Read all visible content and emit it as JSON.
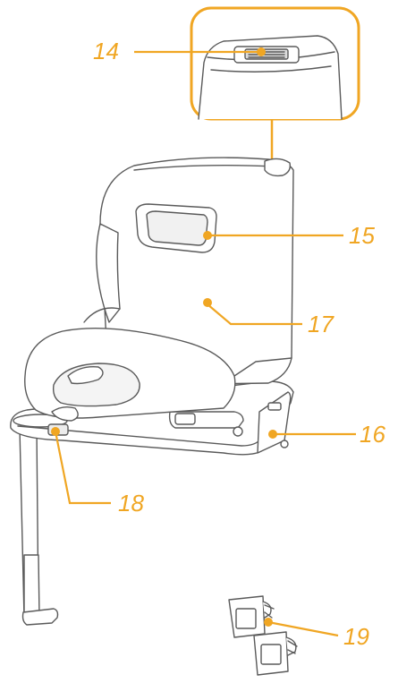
{
  "colors": {
    "accent": "#f0a623",
    "line": "#5a5a5a",
    "fill": "#ffffff",
    "shade": "#f2f2f2"
  },
  "callouts": {
    "c14": "14",
    "c15": "15",
    "c16": "16",
    "c17": "17",
    "c18": "18",
    "c19": "19"
  }
}
